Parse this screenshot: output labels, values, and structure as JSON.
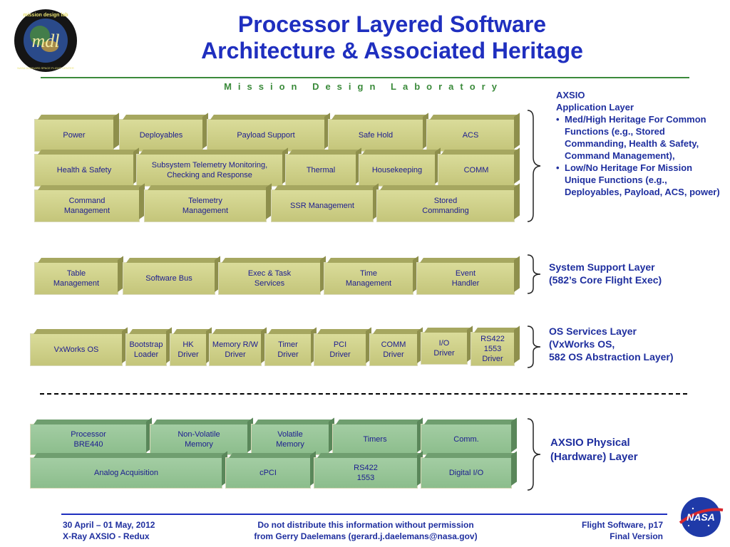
{
  "header": {
    "title_line1": "Processor Layered Software",
    "title_line2": "Architecture & Associated Heritage",
    "lab_name": "Mission Design Laboratory",
    "logo_text": "mdl",
    "logo_ring_top": "mission design lab",
    "logo_ring_bottom": "NASA GODDARD SPACE FLIGHT CENTER"
  },
  "layers": {
    "application": {
      "row1": [
        "Power",
        "Deployables",
        "Payload Support",
        "Safe Hold",
        "ACS"
      ],
      "row2": [
        "Health & Safety",
        "Subsystem Telemetry Monitoring,\nChecking and Response",
        "Thermal",
        "Housekeeping",
        "COMM"
      ],
      "row3": [
        "Command\nManagement",
        "Telemetry\nManagement",
        "SSR Management",
        "Stored\nCommanding"
      ],
      "label_title1": "AXSIO",
      "label_title2": "Application Layer",
      "bullets": [
        "Med/High Heritage For Common Functions (e.g., Stored Commanding, Health & Safety, Command Management),",
        "Low/No Heritage For Mission Unique Functions (e.g., Deployables, Payload, ACS, power)"
      ]
    },
    "system_support": {
      "blocks": [
        "Table\nManagement",
        "Software Bus",
        "Exec & Task\nServices",
        "Time\nManagement",
        "Event\nHandler"
      ],
      "label_line1": "System Support Layer",
      "label_line2": "(582’s Core Flight Exec)"
    },
    "os_services": {
      "blocks": [
        "VxWorks OS",
        "Bootstrap\nLoader",
        "HK\nDriver",
        "Memory R/W\nDriver",
        "Timer\nDriver",
        "PCI\nDriver",
        "COMM\nDriver",
        "I/O\nDriver",
        "RS422\n1553\nDriver"
      ],
      "label_line1": "OS Services Layer",
      "label_line2": "(VxWorks OS,",
      "label_line3": "582 OS Abstraction Layer)"
    },
    "hardware": {
      "row1": [
        "Processor\nBRE440",
        "Non-Volatile\nMemory",
        "Volatile\nMemory",
        "Timers",
        "Comm."
      ],
      "row2": [
        "Analog Acquisition",
        "cPCI",
        "RS422\n1553",
        "Digital I/O"
      ],
      "label_line1": "AXSIO Physical",
      "label_line2": "(Hardware) Layer"
    }
  },
  "footer": {
    "date": "30 April – 01 May, 2012",
    "project": "X-Ray AXSIO - Redux",
    "notice_line1": "Do not distribute this information without permission",
    "notice_line2": "from Gerry Daelemans (gerard.j.daelemans@nasa.gov)",
    "page": "Flight Software, p17",
    "version": "Final Version",
    "nasa_logo_text": "NASA"
  }
}
